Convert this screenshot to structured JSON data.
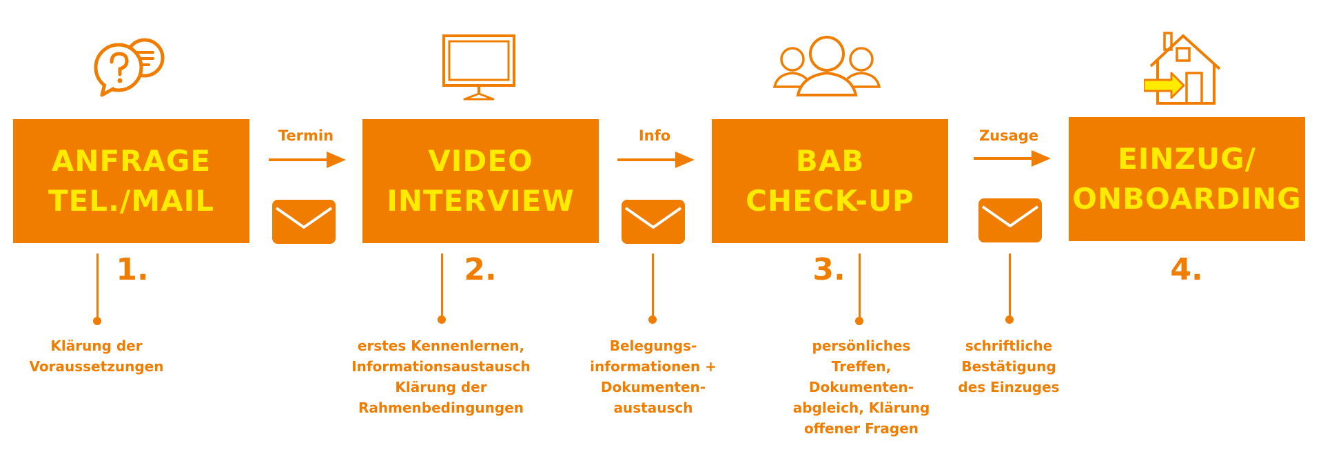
{
  "colors": {
    "orange": "#F07D00",
    "yellow": "#FFEB00",
    "background": "#FFFFFF"
  },
  "steps": [
    {
      "title_line1": "ANFRAGE",
      "title_line2": "TEL./MAIL",
      "number": "1.",
      "icon": "question-chat-icon",
      "description": [
        "Klärung der",
        "Voraussetzungen"
      ]
    },
    {
      "title_line1": "VIDEO",
      "title_line2": "INTERVIEW",
      "number": "2.",
      "icon": "monitor-icon",
      "description": [
        "erstes Kennenlernen,",
        "Informationsaustausch",
        "Klärung der",
        "Rahmenbedingungen"
      ]
    },
    {
      "title_line1": "BAB",
      "title_line2": "CHECK-UP",
      "number": "3.",
      "icon": "people-group-icon",
      "description": [
        "persönliches",
        "Treffen,",
        "Dokumenten-",
        "abgleich, Klärung",
        "offener Fragen"
      ]
    },
    {
      "title_line1": "EINZUG/",
      "title_line2": "ONBOARDING",
      "number": "4.",
      "icon": "house-move-in-icon",
      "description": []
    }
  ],
  "connectors": [
    {
      "label": "Termin",
      "icon": "envelope-icon",
      "description": []
    },
    {
      "label": "Info",
      "icon": "envelope-icon",
      "description": [
        "Belegungs-",
        "informationen +",
        "Dokumenten-",
        "austausch"
      ]
    },
    {
      "label": "Zusage",
      "icon": "envelope-icon",
      "description": [
        "schriftliche",
        "Bestätigung",
        "des Einzuges"
      ]
    }
  ]
}
